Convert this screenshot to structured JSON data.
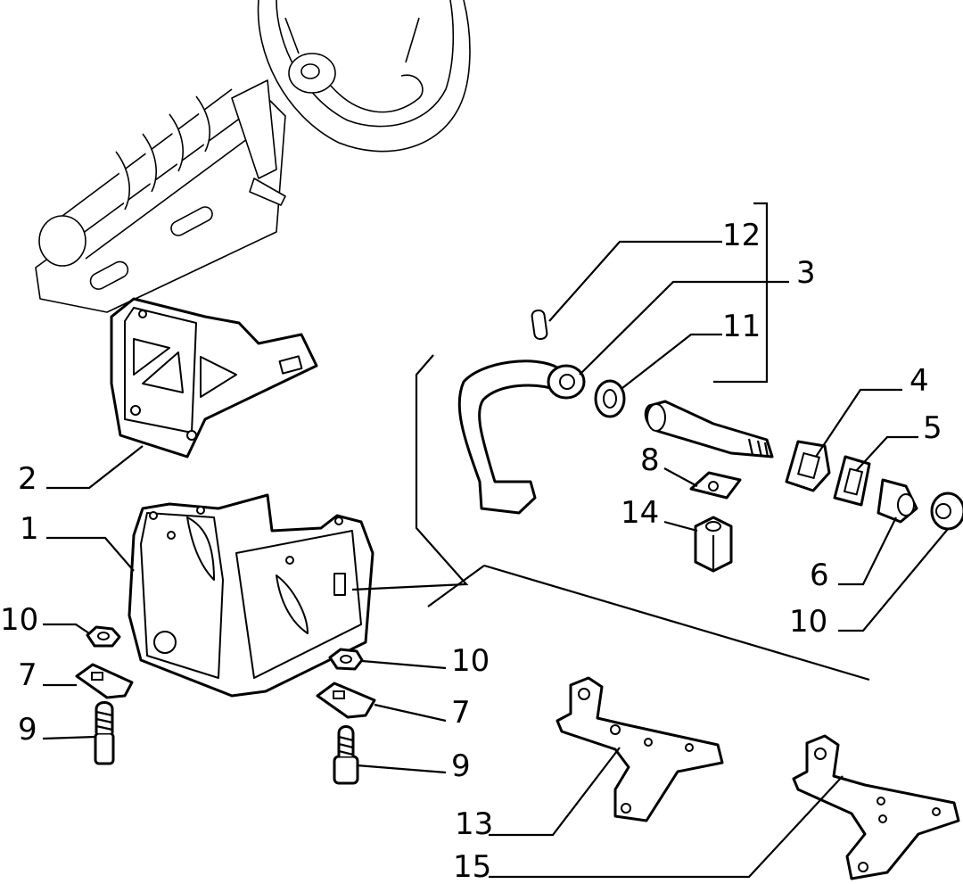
{
  "callouts": {
    "c1": "1",
    "c2": "2",
    "c3": "3",
    "c4": "4",
    "c5": "5",
    "c6": "6",
    "c7a": "7",
    "c7b": "7",
    "c8": "8",
    "c9a": "9",
    "c9b": "9",
    "c10a": "10",
    "c10b": "10",
    "c10c": "10",
    "c11": "11",
    "c12": "12",
    "c13": "13",
    "c14": "14",
    "c15": "15"
  },
  "colors": {
    "ink": "#000000",
    "paper": "#ffffff"
  }
}
